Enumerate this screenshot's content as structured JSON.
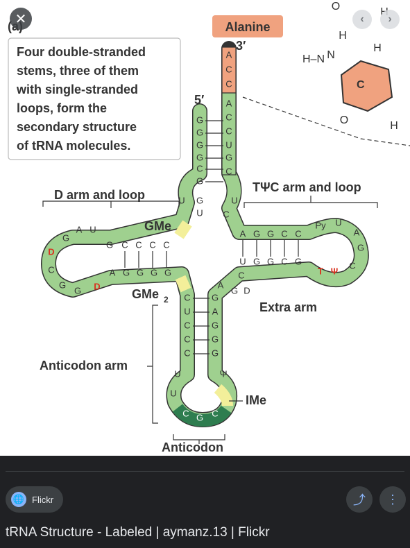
{
  "figure": {
    "panel_tag": "(a)",
    "callout": [
      "Four double-stranded",
      "stems, three of them",
      "with single-stranded",
      "loops, form the",
      "secondary structure",
      "of tRNA molecules."
    ],
    "amino_acid": "Alanine",
    "end_5": "5′",
    "end_3": "3′",
    "d_arm_label": "D arm and loop",
    "tpsic_label": "TΨC arm and loop",
    "extra_arm_label": "Extra arm",
    "anticodon_arm_label": "Anticodon arm",
    "anticodon_label": "Anticodon",
    "gme_label": "GMe",
    "gme2_label": "GMe",
    "gme2_sub": "2",
    "ime_label": "IMe",
    "base_c": "C",
    "h": "H",
    "o": "O",
    "n": "N",
    "hn": "H–N"
  },
  "source": {
    "name": "Flickr"
  },
  "caption": "tRNA Structure - Labeled | aymanz.13 | Flickr",
  "icons": {
    "close": "close-icon",
    "prev": "chevron-left-icon",
    "next": "chevron-right-icon",
    "share": "share-icon",
    "more": "more-vert-icon",
    "source": "flickr-globe-icon"
  },
  "colors": {
    "stem": "#9fd08f",
    "accent_yellow": "#f3ef9a",
    "anticodon": "#2e7d4f",
    "cca": "#f0a27f",
    "base_c": "#f0a27f",
    "modified": "#d9321f"
  }
}
